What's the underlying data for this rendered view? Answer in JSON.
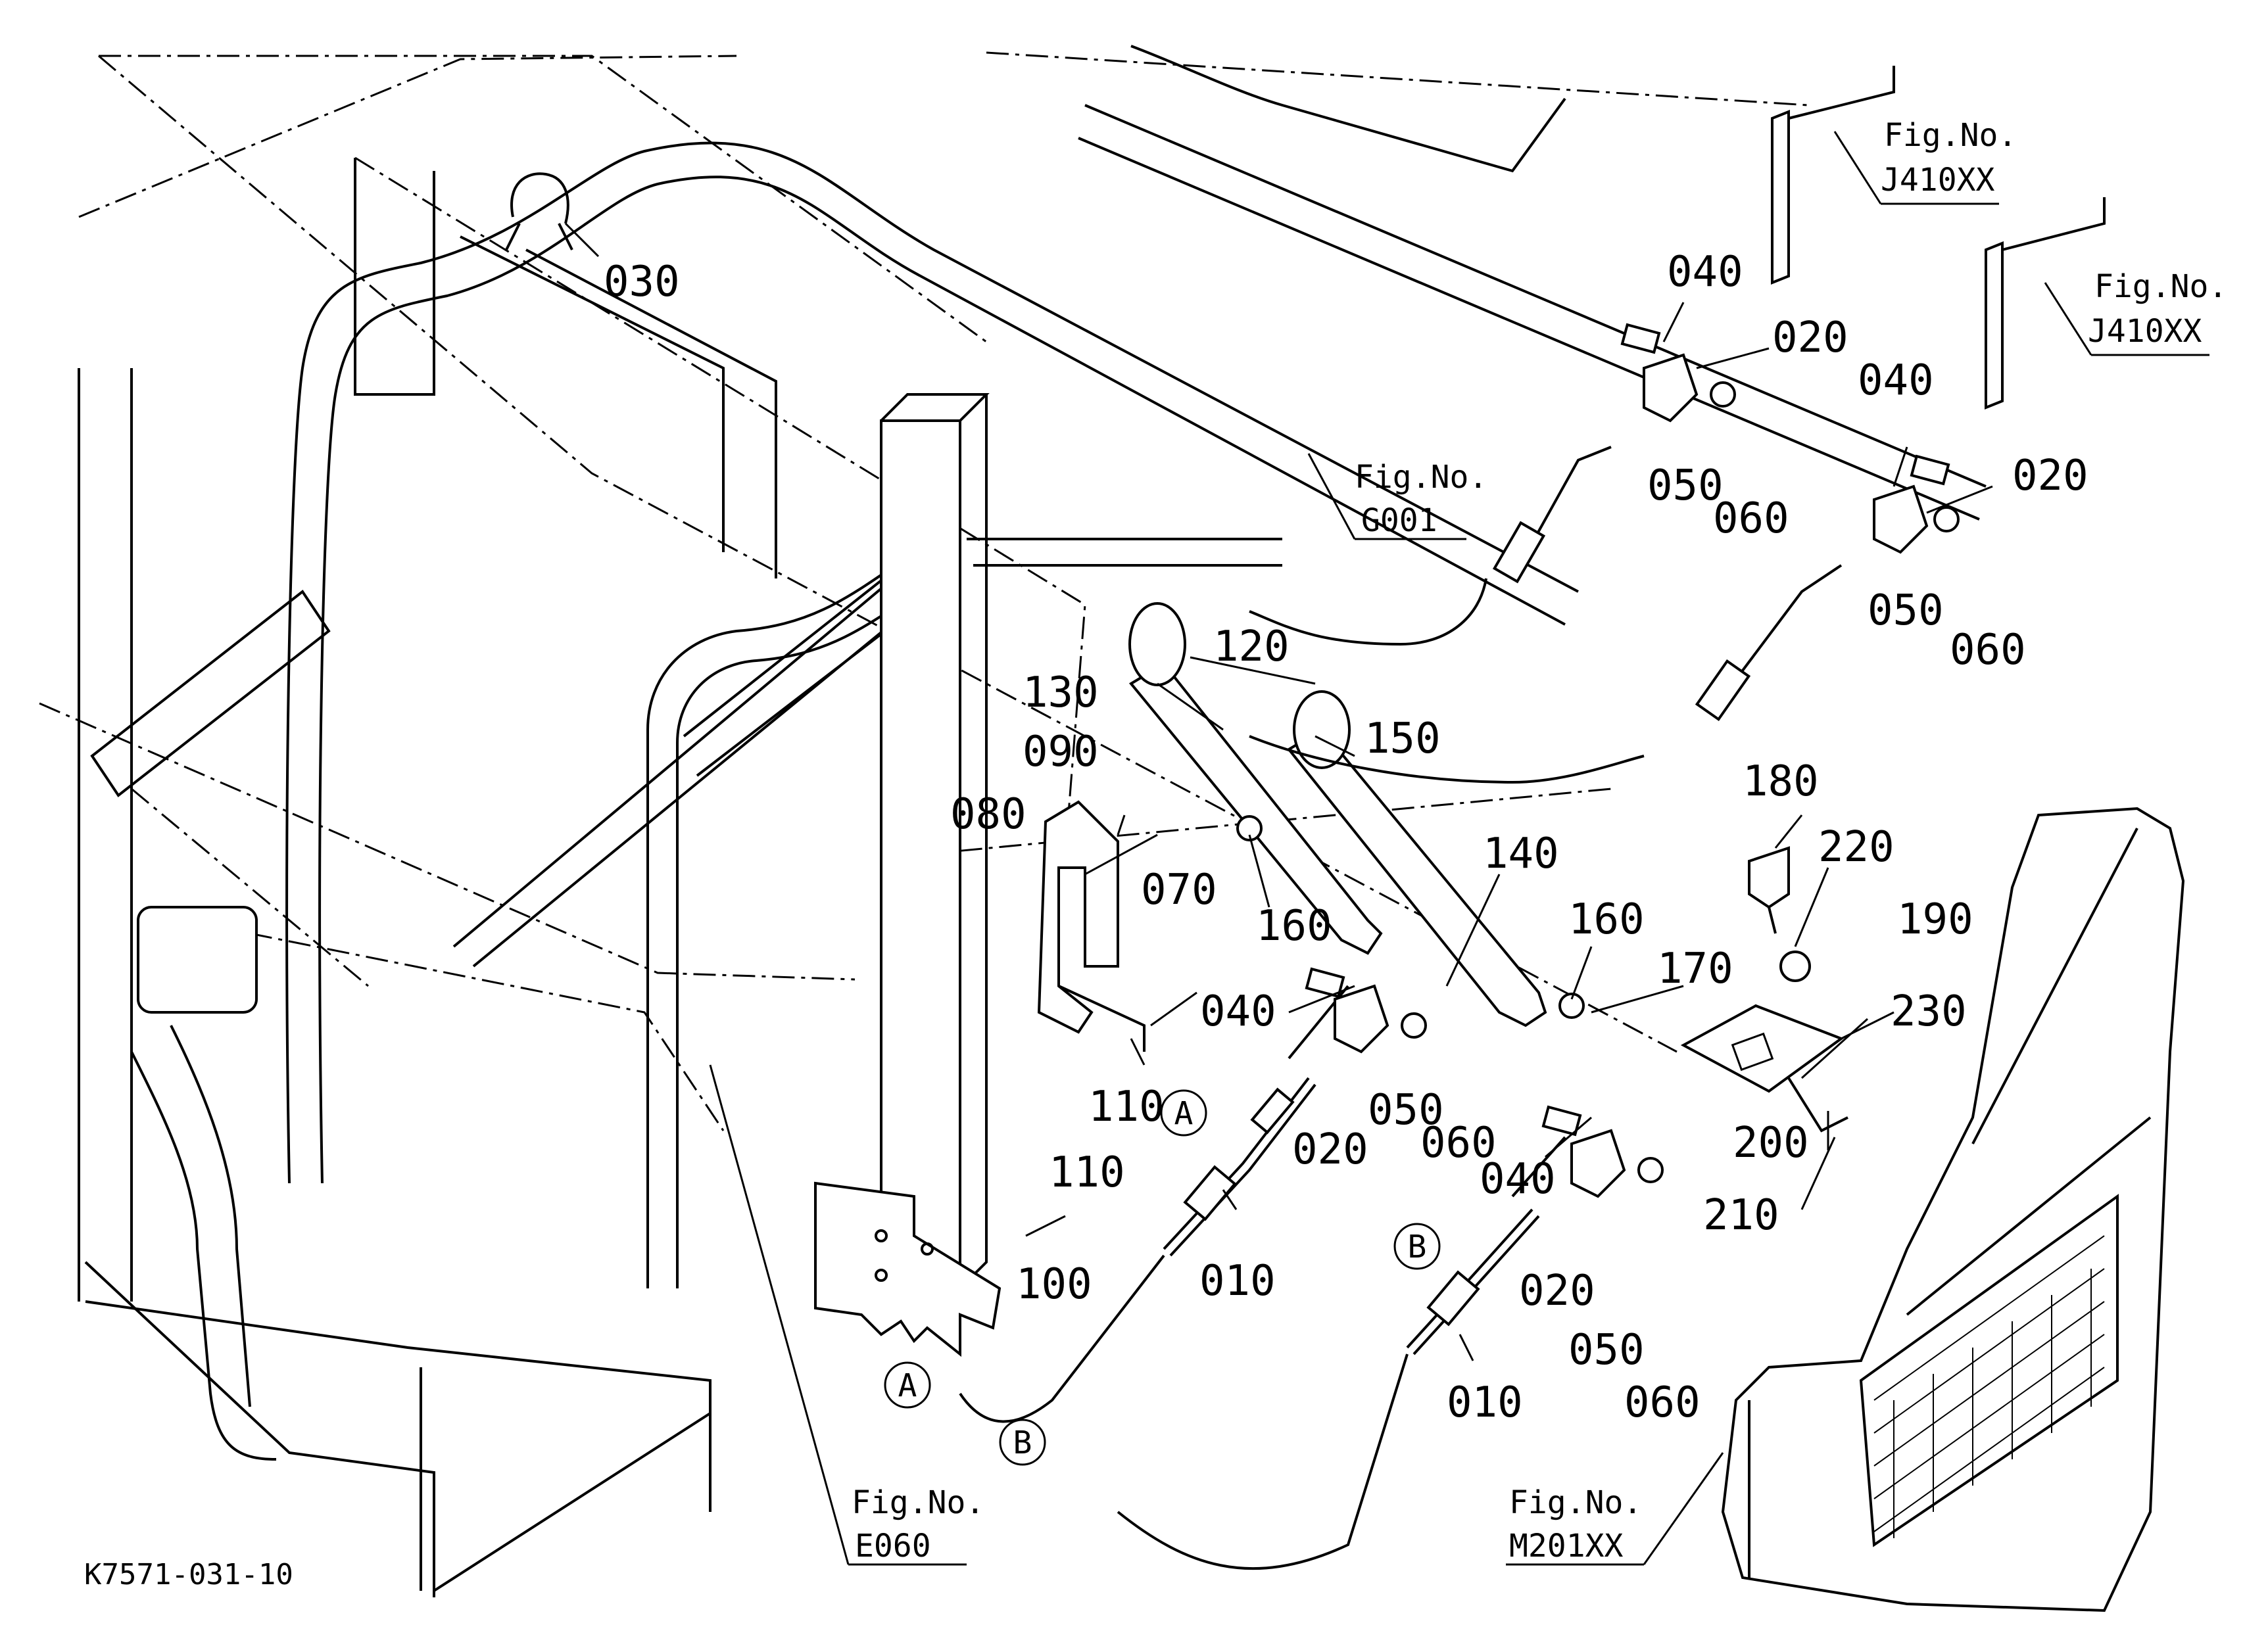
{
  "drawing_code": "K7571-031-10",
  "callouts": [
    "010",
    "010",
    "020",
    "020",
    "020",
    "020",
    "030",
    "040",
    "040",
    "040",
    "040",
    "050",
    "050",
    "050",
    "050",
    "060",
    "060",
    "060",
    "060",
    "070",
    "080",
    "090",
    "100",
    "110",
    "110",
    "120",
    "130",
    "140",
    "150",
    "160",
    "160",
    "170",
    "180",
    "190",
    "200",
    "210",
    "220",
    "230"
  ],
  "fig_refs": [
    {
      "prefix": "Fig.No.",
      "code": "J410XX"
    },
    {
      "prefix": "Fig.No.",
      "code": "J410XX"
    },
    {
      "prefix": "Fig.No.",
      "code": "G001"
    },
    {
      "prefix": "Fig.No.",
      "code": "E060"
    },
    {
      "prefix": "Fig.No.",
      "code": "M201XX"
    }
  ],
  "connection_markers": [
    "A",
    "A",
    "B",
    "B"
  ]
}
